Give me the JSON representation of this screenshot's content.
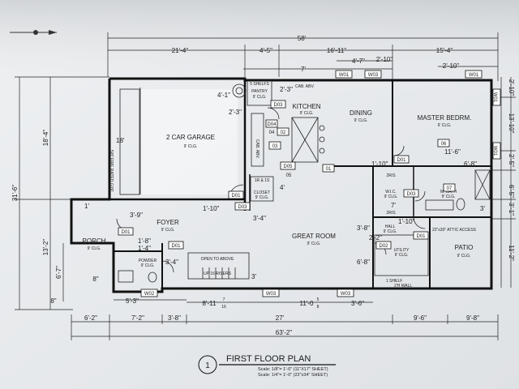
{
  "overall": {
    "width": "58'",
    "width_bottom": "63'-2\"",
    "depth": "31'-6\""
  },
  "top_dims": [
    "21'-4\"",
    "4'-5\"",
    "16'-11\"",
    "15'-4\""
  ],
  "top_sub_dims": [
    "7'",
    "4'-7\"",
    "2'-10\"",
    "2'-10\""
  ],
  "left_dims": [
    "18'-4\"",
    "13'-2\"",
    "6'-7\"",
    "8\"",
    "8\""
  ],
  "right_dims": [
    "2'-10\"",
    "13'-10\"",
    "2'-5\"",
    "6'-5\"",
    "3'-1\"",
    "11'-2\""
  ],
  "bottom_dims": [
    "5'-3\"",
    "8'-11",
    "11'-0",
    "3'-6\"",
    "6'-2\"",
    "7'-2\"",
    "3'-8\"",
    "27'",
    "9'-6\"",
    "9'-8\""
  ],
  "fractions": {
    "a_num": "7",
    "a_den": "16",
    "b_num": "5",
    "b_den": "8"
  },
  "interior_dims": [
    "4'-1\"",
    "2'-3\"",
    "2'-3\"",
    "18'",
    "1'",
    "3'-9\"",
    "1'-10\"",
    "3'-4\"",
    "4'",
    "1'-8\"",
    "1'-4\"",
    "3'-4\"",
    "3'",
    "3'-8\"",
    "6'-8\"",
    "1'-10\"",
    "1'-10\"",
    "2'-2\"",
    "11'-6\"",
    "6'-8\"",
    "7'",
    "3'"
  ],
  "ceiling": "9' CLG.",
  "rooms": {
    "garage": "2 CAR GARAGE",
    "kitchen": "KITCHEN",
    "dining": "DINING",
    "master": "MASTER BEDRM.",
    "great_room": "GREAT ROOM",
    "foyer": "FOYER",
    "porch": "PORCH",
    "powder": "POWDER",
    "closet": "CLOSET",
    "pantry": "PANTRY",
    "wic": "W.I.C.",
    "mbath": "M. BATH",
    "hall": "HALL",
    "utility": "UTILITY",
    "patio": "PATIO"
  },
  "notes": {
    "shelves": "5 SHELFS",
    "cab_abv": "CAB. ABV.",
    "shelf": "1 SHELF",
    "open_above": "OPEN TO ABOVE",
    "risers": "UP 16 RISERS",
    "attic": "22\"x30\" ATTIC ACCESS",
    "fire_rated": "5/8\" FIRE RATED GYP.",
    "two_rs": "2R/S",
    "one_r_s": "1R & 1S",
    "two_hi_wall": "2'H WALL"
  },
  "tags": {
    "windows": [
      "W01",
      "W03",
      "W01",
      "W01",
      "W01",
      "W02",
      "W03",
      "W03"
    ],
    "doors": [
      "D01",
      "D03",
      "D01",
      "D04",
      "D01",
      "D03",
      "D03",
      "D01",
      "D02",
      "D01",
      "D05"
    ],
    "keys": [
      "01",
      "02",
      "03",
      "04",
      "05",
      "06",
      "07"
    ]
  },
  "title": {
    "number": "1",
    "name": "FIRST FLOOR PLAN",
    "scale1": "Scale: 1/8\"= 1'-0\" (11\"X17\" SHEET)",
    "scale2": "Scale: 1/4\"= 1'-0\" (22\"x34\" SHEET)"
  }
}
